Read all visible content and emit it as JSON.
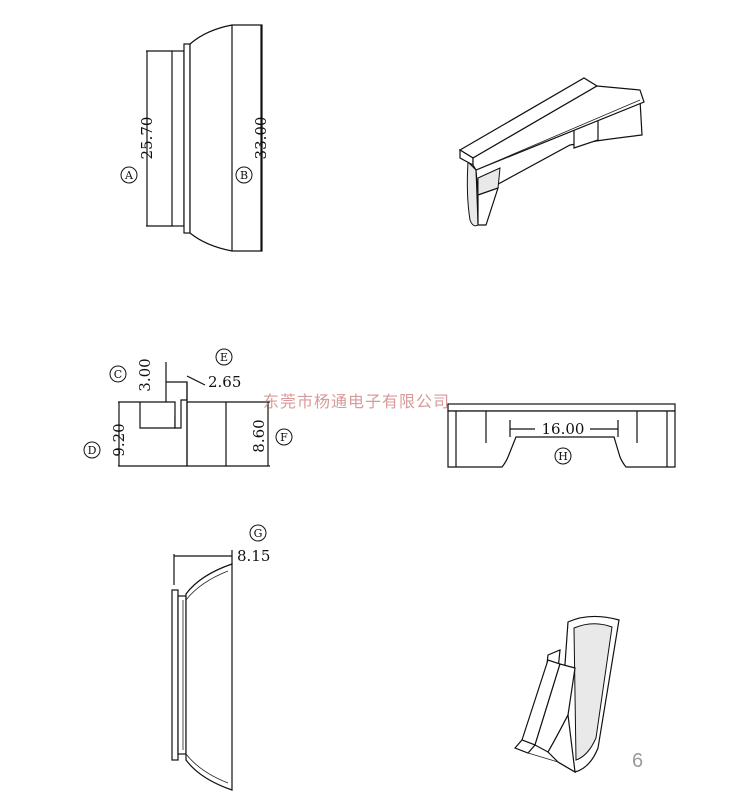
{
  "dimensions": {
    "A": "25.70",
    "B": "33.00",
    "C": "3.00",
    "D": "9.20",
    "E": "2.65",
    "F": "8.60",
    "G": "8.15",
    "H": "16.00"
  },
  "callouts": [
    "A",
    "B",
    "C",
    "D",
    "E",
    "F",
    "G",
    "H"
  ],
  "watermark": "东莞市杨通电子有限公司",
  "page_number": "6"
}
